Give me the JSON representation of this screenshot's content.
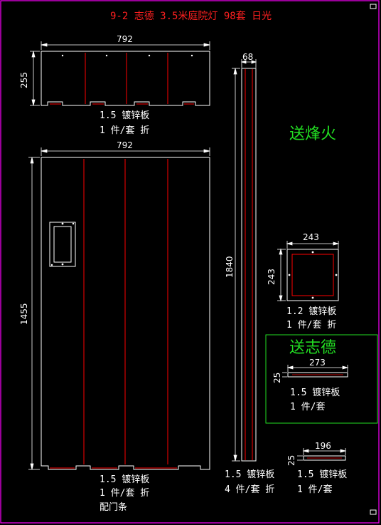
{
  "title": "9-2 志德 3.5米庭院灯 98套 日光",
  "annotations": {
    "to_fenghuo": "送烽火",
    "to_zhide": "送志德"
  },
  "parts": {
    "top_panel": {
      "width_label": "792",
      "height_label": "255",
      "material": "1.5 镀锌板",
      "qty": "1 件/套 折"
    },
    "door_panel": {
      "width_label": "792",
      "height_label": "1455",
      "material": "1.5 镀锌板",
      "qty": "1 件/套 折",
      "note": "配门条"
    },
    "long_strip": {
      "width_label": "68",
      "height_label": "1840",
      "material": "1.5 镀锌板",
      "qty": "4 件/套 折"
    },
    "square_plate": {
      "width_label": "243",
      "height_label": "243",
      "material": "1.2 镀锌板",
      "qty": "1 件/套 折"
    },
    "strip_273": {
      "width_label": "273",
      "height_label": "25",
      "material": "1.5 镀锌板",
      "qty": "1 件/套"
    },
    "strip_196": {
      "width_label": "196",
      "height_label": "25",
      "material": "1.5 镀锌板",
      "qty": "1 件/套"
    }
  },
  "colors": {
    "background": "#000000",
    "outline": "#ffffff",
    "bend_line": "#ff0000",
    "title": "#ff2020",
    "border": "#ff00ff",
    "note": "#22dd22"
  }
}
